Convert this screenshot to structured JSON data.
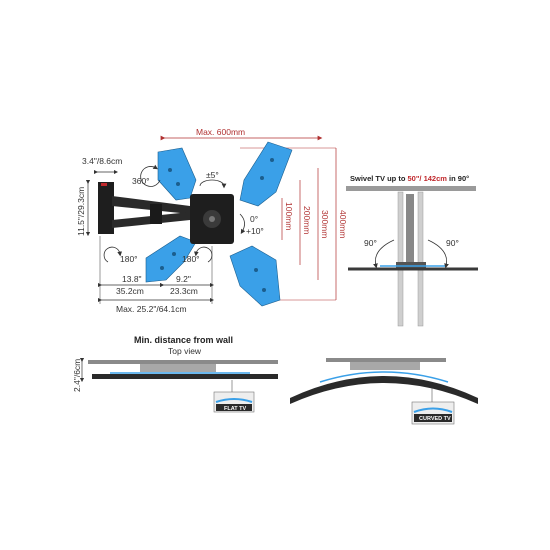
{
  "colors": {
    "accent_blue": "#3aa0e8",
    "arm_black": "#1e1e1e",
    "dimension_red": "#b03030",
    "wall_grey": "#8a8a8a",
    "highlight_red": "#c0282c"
  },
  "front_view": {
    "max_600": "Max. 600mm",
    "dim_5deg": "±5°",
    "dim_360": "360°",
    "dim_0deg": "0°",
    "dim_10deg": "+10°",
    "dim_100mm": "100mm",
    "dim_200mm": "200mm",
    "dim_300mm": "300mm",
    "dim_400mm": "400mm",
    "dim_180_left": "180°",
    "dim_180_right": "180°",
    "dim_3_4": "3.4\"/8.6cm",
    "dim_11_5": "11.5\"/29.3cm",
    "dim_13_8": "13.8\"",
    "dim_9_2": "9.2\"",
    "dim_35_2": "35.2cm",
    "dim_23_3": "23.3cm",
    "max_25_2": "Max. 25.2\"/64.1cm"
  },
  "swivel": {
    "title_prefix": "Swivel TV up to ",
    "title_highlight": "50\"/ 142cm",
    "title_suffix": " in 90°",
    "angle_left": "90°",
    "angle_right": "90°"
  },
  "wall_distance": {
    "heading": "Min. distance from wall",
    "subheading": "Top view",
    "dim_2_4": "2.4\"/6cm",
    "flat_tag": "FLAT TV",
    "curved_tag": "CURVED TV"
  }
}
